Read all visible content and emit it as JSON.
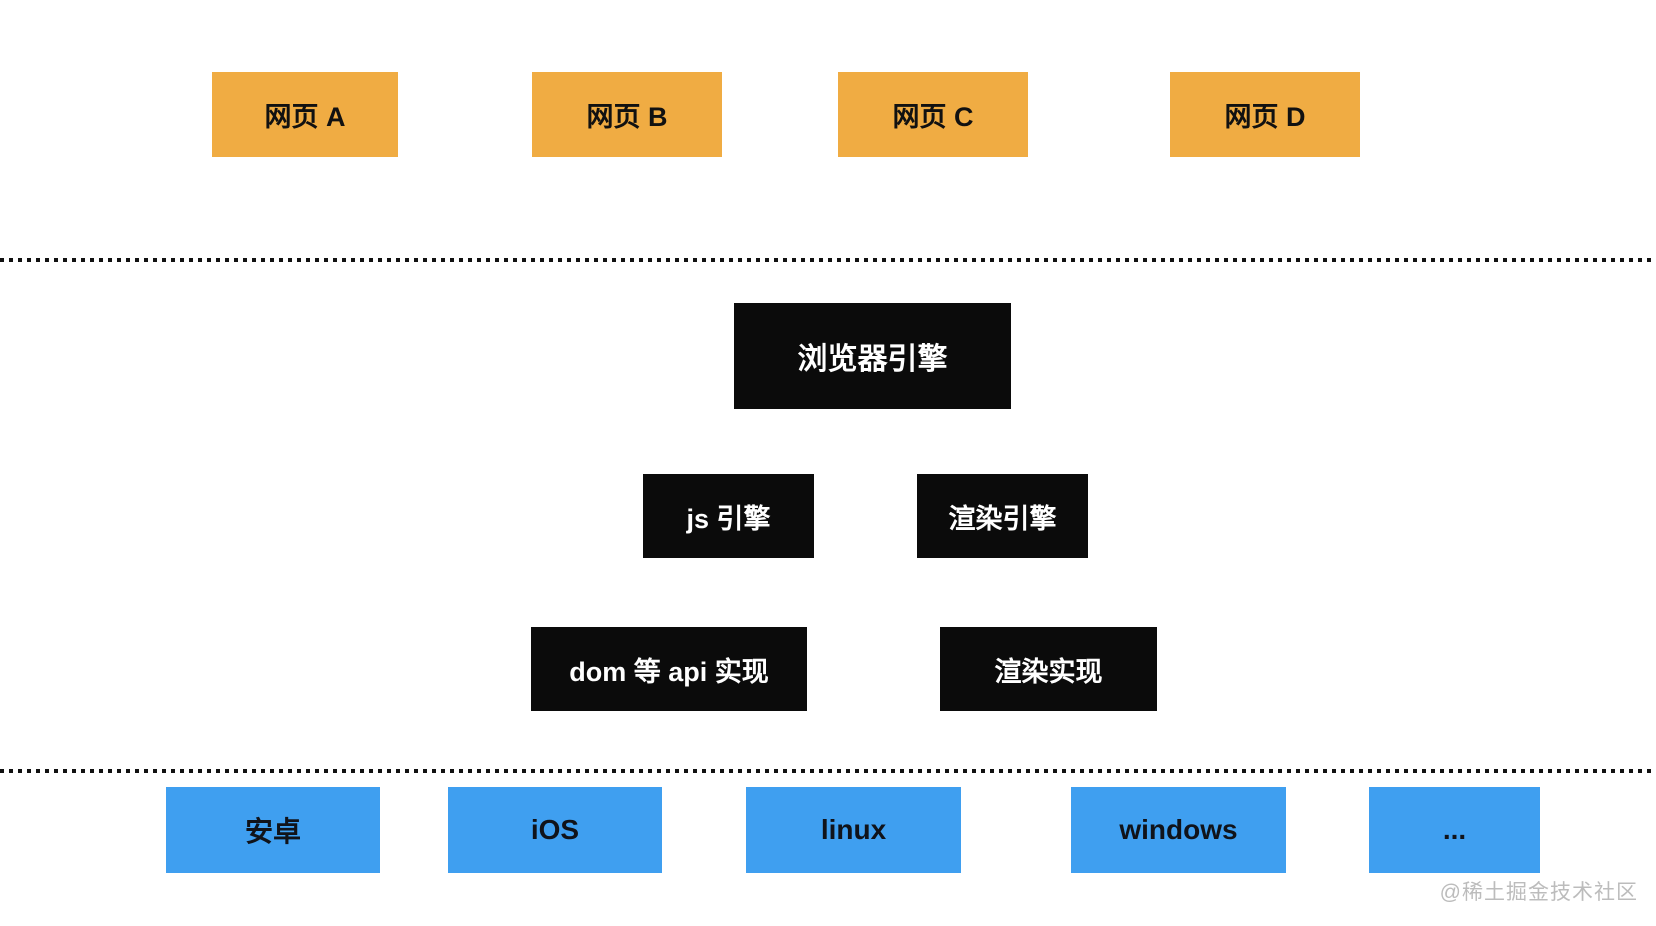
{
  "colors": {
    "webpage_box": "#f0ac43",
    "engine_box": "#0b0b0b",
    "platform_box": "#3f9ff0",
    "separator_dots": "#111111",
    "watermark_text": "#bcbcbc",
    "background": "#ffffff"
  },
  "webpages": {
    "items": [
      {
        "label": "网页 A"
      },
      {
        "label": "网页 B"
      },
      {
        "label": "网页 C"
      },
      {
        "label": "网页 D"
      }
    ]
  },
  "engines": {
    "browser_engine": {
      "label": "浏览器引擎"
    },
    "js_engine": {
      "label": "js 引擎"
    },
    "render_engine": {
      "label": "渲染引擎"
    },
    "dom_api_impl": {
      "label": "dom 等 api 实现"
    },
    "render_impl": {
      "label": "渲染实现"
    }
  },
  "platforms": {
    "items": [
      {
        "label": "安卓"
      },
      {
        "label": "iOS"
      },
      {
        "label": "linux"
      },
      {
        "label": "windows"
      },
      {
        "label": "..."
      }
    ]
  },
  "watermark": {
    "label": "@稀土掘金技术社区"
  }
}
